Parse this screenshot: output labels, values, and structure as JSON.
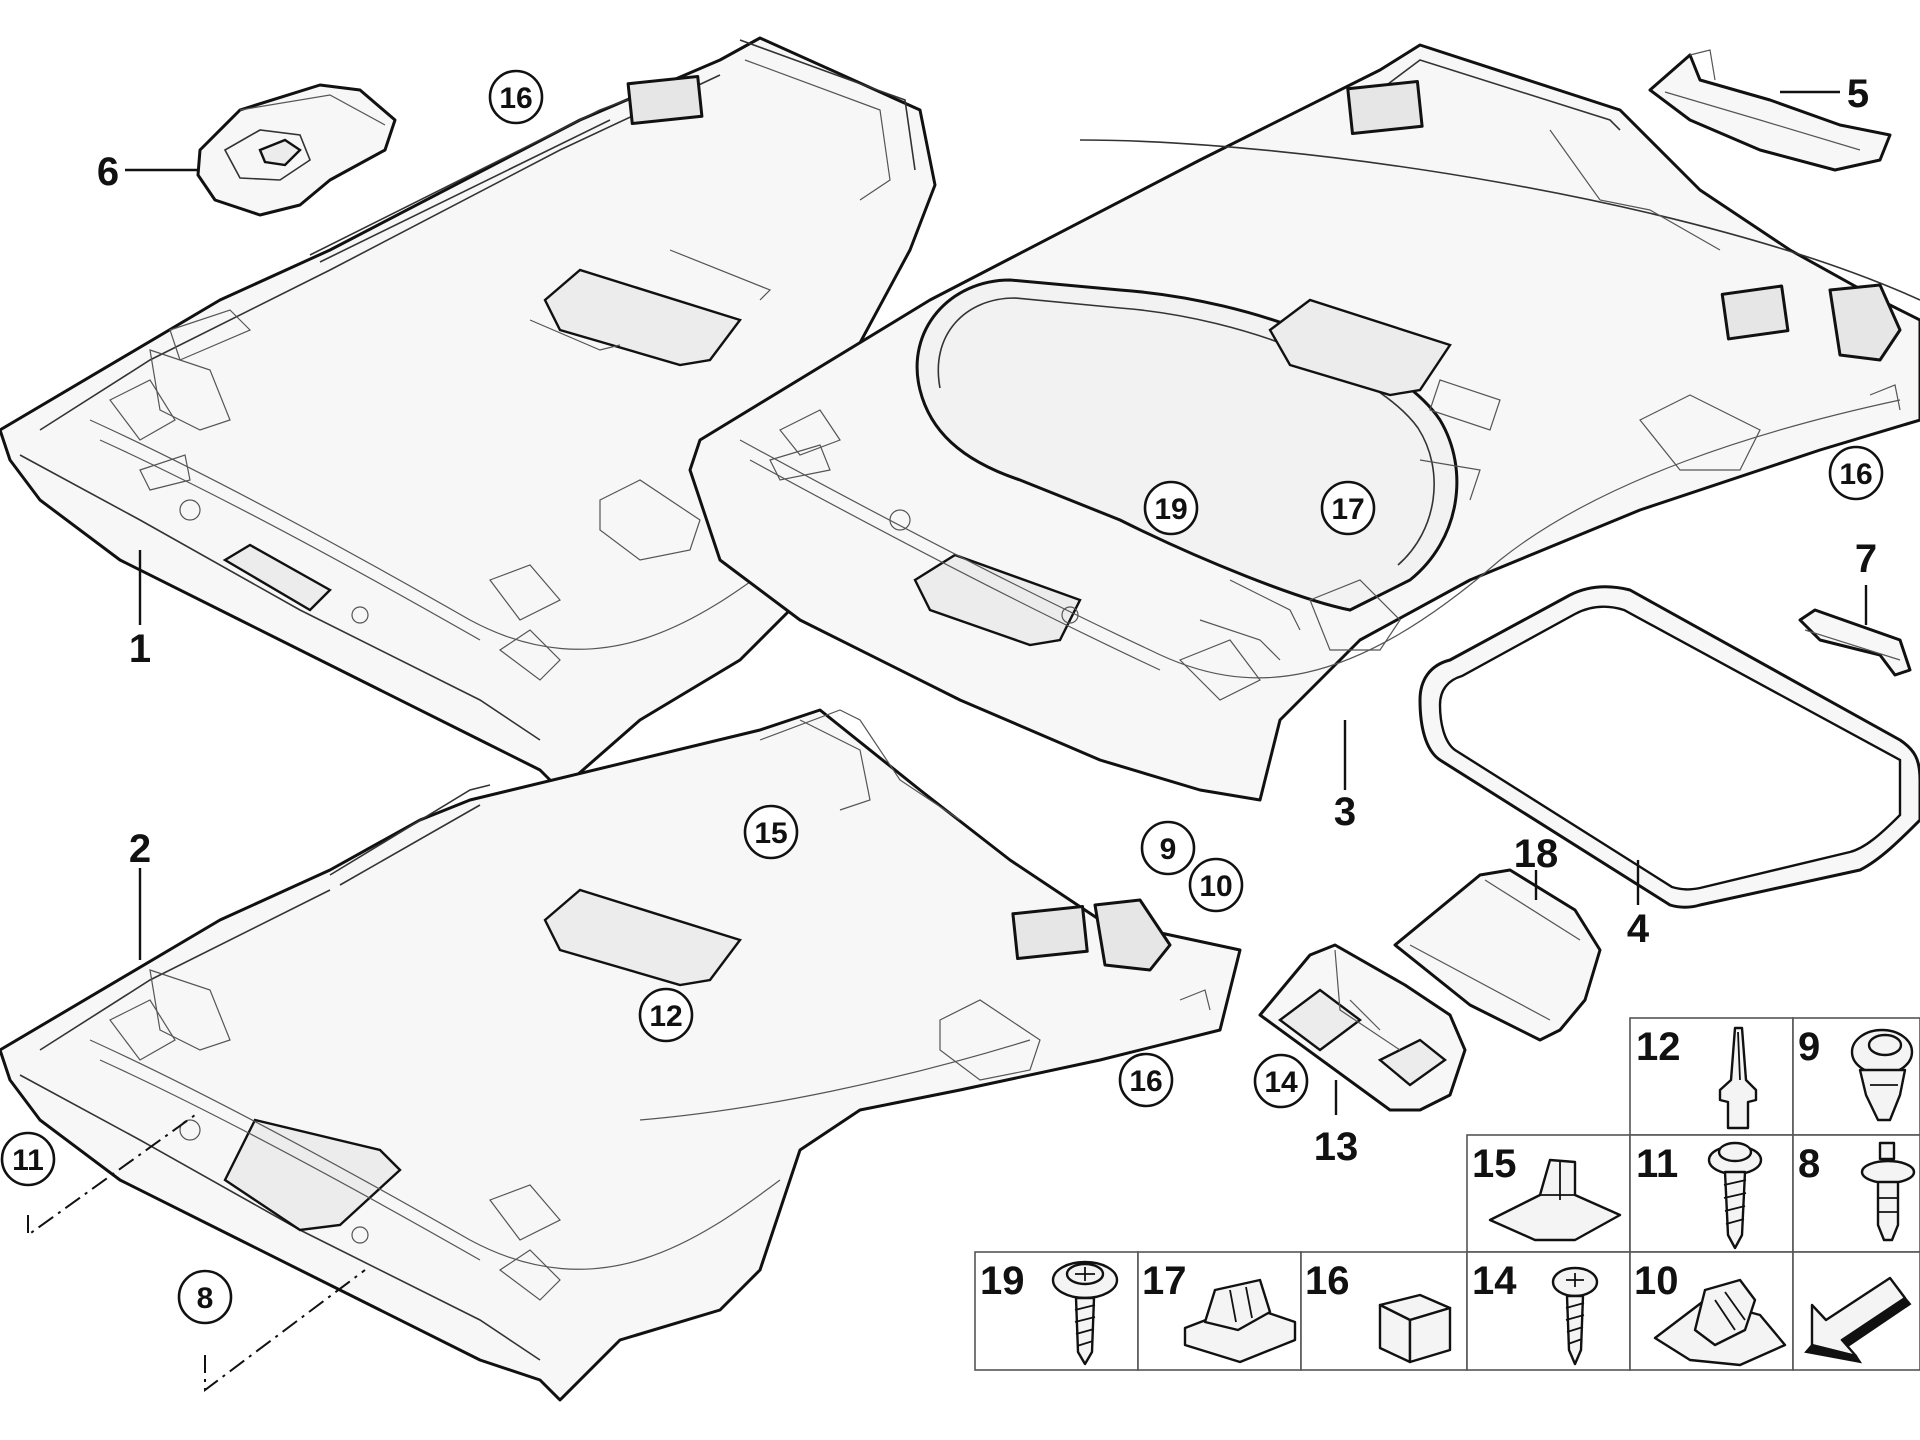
{
  "diagram": {
    "assemblies": [
      {
        "id": "headliner-1",
        "label": "1"
      },
      {
        "id": "headliner-2",
        "label": "2"
      },
      {
        "id": "headliner-3",
        "label": "3"
      },
      {
        "id": "sunroof-seal-4",
        "label": "4"
      },
      {
        "id": "cover-5",
        "label": "5"
      },
      {
        "id": "insulation-6",
        "label": "6"
      },
      {
        "id": "bracket-7",
        "label": "7"
      },
      {
        "id": "cover-13",
        "label": "13"
      },
      {
        "id": "cover-18",
        "label": "18"
      }
    ],
    "circled_callouts": [
      {
        "id": "c16a",
        "label": "16"
      },
      {
        "id": "c19",
        "label": "19"
      },
      {
        "id": "c17",
        "label": "17"
      },
      {
        "id": "c16b",
        "label": "16"
      },
      {
        "id": "c15",
        "label": "15"
      },
      {
        "id": "c9",
        "label": "9"
      },
      {
        "id": "c10",
        "label": "10"
      },
      {
        "id": "c12",
        "label": "12"
      },
      {
        "id": "c16c",
        "label": "16"
      },
      {
        "id": "c14",
        "label": "14"
      },
      {
        "id": "c11",
        "label": "11"
      },
      {
        "id": "c8",
        "label": "8"
      }
    ],
    "hardware_grid": [
      {
        "id": "cell-12",
        "label": "12",
        "icon": "push-pin-icon"
      },
      {
        "id": "cell-9",
        "label": "9",
        "icon": "clip-rivet-icon"
      },
      {
        "id": "cell-15",
        "label": "15",
        "icon": "bracket-clip-icon"
      },
      {
        "id": "cell-11",
        "label": "11",
        "icon": "screw-washer-icon"
      },
      {
        "id": "cell-8",
        "label": "8",
        "icon": "expansion-rivet-icon"
      },
      {
        "id": "cell-19",
        "label": "19",
        "icon": "pan-screw-icon"
      },
      {
        "id": "cell-17",
        "label": "17",
        "icon": "clip-block-icon"
      },
      {
        "id": "cell-16",
        "label": "16",
        "icon": "foam-cube-icon"
      },
      {
        "id": "cell-14",
        "label": "14",
        "icon": "tapping-screw-icon"
      },
      {
        "id": "cell-10",
        "label": "10",
        "icon": "spring-clip-icon"
      },
      {
        "id": "cell-arrow",
        "label": "",
        "icon": "direction-arrow-icon"
      }
    ]
  }
}
